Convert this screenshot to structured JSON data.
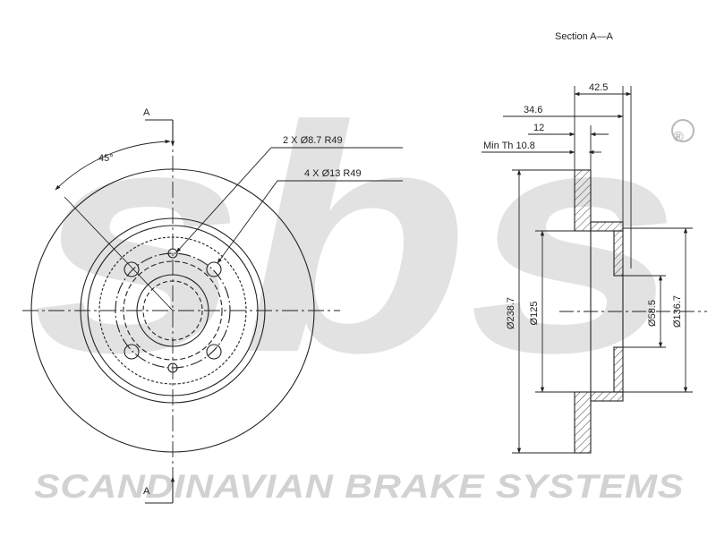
{
  "watermark": {
    "logo": "sbs",
    "registered_mark": "®",
    "brand": "SCANDINAVIAN BRAKE SYSTEMS"
  },
  "section_view": {
    "title": "Section A—A",
    "dimensions": {
      "total_width": "42.5",
      "hat_height": "34.6",
      "thickness": "12",
      "min_thickness": "Min Th 10.8",
      "outer_diameter": "Ø238.7",
      "inner_diameter": "Ø125",
      "center_bore": "Ø58.5",
      "hub_diameter": "Ø136.7"
    }
  },
  "front_view": {
    "section_marker": "A",
    "angle": "45°",
    "callouts": {
      "small_holes": "2 X Ø8.7 R49",
      "bolt_holes": "4 X Ø13 R49"
    }
  },
  "colors": {
    "line": "#222222",
    "watermark": "#e2e2e2",
    "brand_text": "#d2d2d2"
  }
}
